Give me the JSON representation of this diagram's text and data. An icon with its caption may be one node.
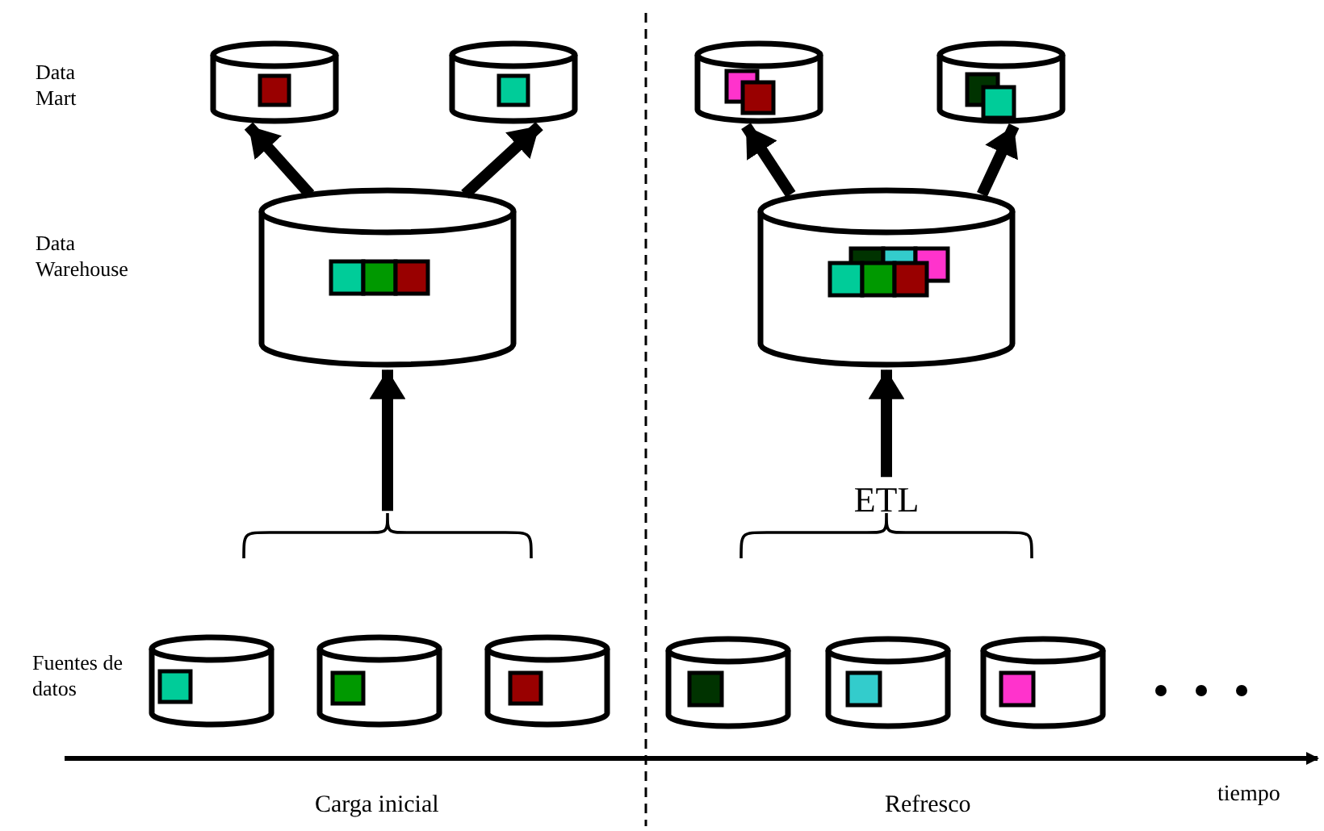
{
  "diagram": {
    "nodes": [
      {
        "text": [],
        "shape": "cylinder"
      },
      {
        "text": [],
        "shape": "cylinder"
      },
      {
        "text": [],
        "shape": "cylinder"
      },
      {
        "text": [],
        "shape": "cylinder"
      },
      {
        "text": [],
        "shape": "cylinder"
      },
      {
        "text": [],
        "shape": "cylinder"
      },
      {
        "text": [],
        "shape": "cylinder"
      },
      {
        "text": [],
        "shape": "cylinder"
      },
      {
        "text": [],
        "shape": "cylinder"
      },
      {
        "text": [],
        "shape": "cylinder"
      },
      {
        "text": [],
        "shape": "cylinder"
      },
      {
        "text": [],
        "shape": "cylinder"
      },
      {
        "text": [],
        "shape": "brace"
      },
      {
        "text": [
          "ETL"
        ]
      }
    ],
    "edges": [
      {
        "from": 2,
        "to": 0,
        "arrow": "to"
      },
      {
        "from": 2,
        "to": 1,
        "arrow": "to"
      },
      {
        "from": 12,
        "to": 2,
        "arrow": "to"
      },
      {
        "from": 8,
        "to": 6,
        "arrow": "to"
      },
      {
        "from": 8,
        "to": 7,
        "arrow": "to"
      },
      {
        "from": 13,
        "to": 8,
        "arrow": "to"
      }
    ],
    "labels": [
      "Data Mart",
      "Data Warehouse",
      "Fuentes de datos",
      "Carga inicial",
      "Refresco",
      "tiempo"
    ]
  }
}
